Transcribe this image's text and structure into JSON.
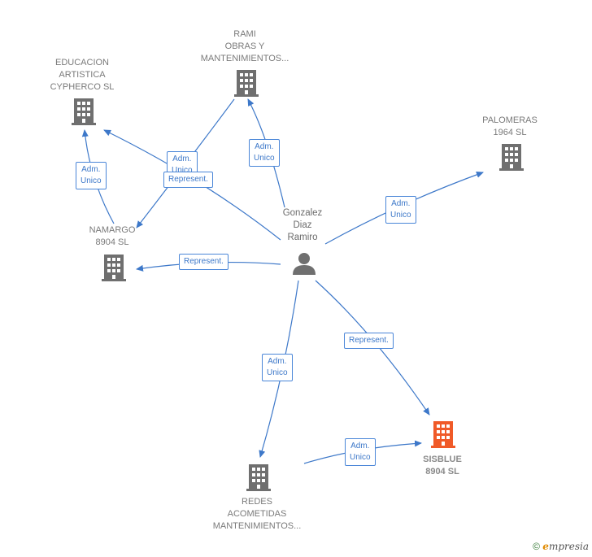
{
  "nodes": {
    "educacion": {
      "label": "EDUCACION\nARTISTICA\nCYPHERCO  SL"
    },
    "rami": {
      "label": "RAMI\nOBRAS Y\nMANTENIMIENTOS..."
    },
    "palomeras": {
      "label": "PALOMERAS\n1964  SL"
    },
    "namargo": {
      "label": "NAMARGO\n8904  SL"
    },
    "person": {
      "label": "Gonzalez\nDiaz\nRamiro"
    },
    "redes": {
      "label": "REDES\nACOMETIDAS\nMANTENIMIENTOS..."
    },
    "sisblue": {
      "label": "SISBLUE\n8904  SL"
    }
  },
  "edges": {
    "adm_unico_1": "Adm.\nUnico",
    "represent_1": "Represent.",
    "adm_unico_2": "Adm.\nUnico",
    "adm_unico_3": "Adm.\nUnico",
    "adm_unico_4": "Adm.\nUnico",
    "represent_2": "Represent.",
    "adm_unico_5": "Adm.\nUnico",
    "represent_3": "Represent.",
    "adm_unico_6": "Adm.\nUnico"
  },
  "colors": {
    "edge": "#3d78c9",
    "building": "#6f6f6f",
    "focus_building": "#f05a28",
    "person": "#6f6f6f"
  },
  "footer": {
    "copyright": "©",
    "brand_initial": "e",
    "brand_rest": "mpresia"
  }
}
